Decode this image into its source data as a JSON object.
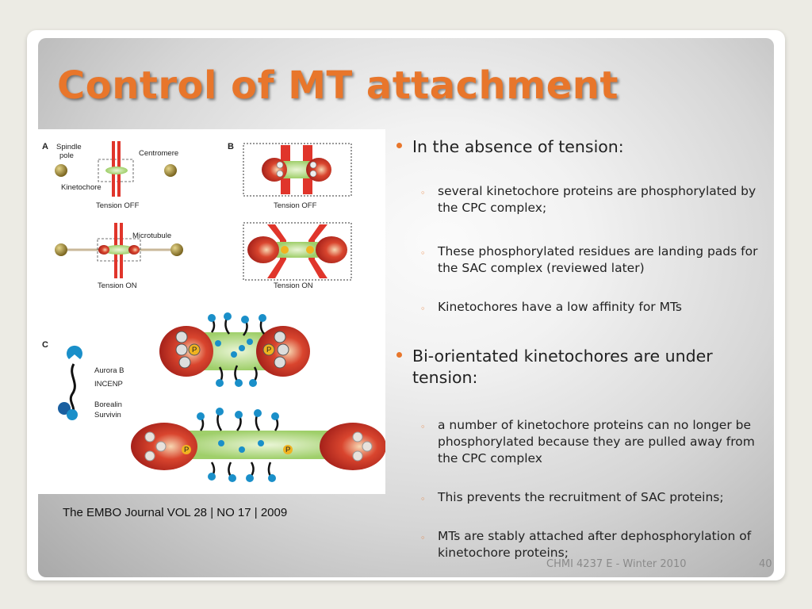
{
  "slide": {
    "title": "Control of MT attachment",
    "citation": "The EMBO Journal VOL 28 | NO 17 | 2009",
    "footer_course": "CHMI 4237 E - Winter 2010",
    "page_number": "40"
  },
  "figure": {
    "panel_a": "A",
    "panel_b": "B",
    "panel_c": "C",
    "label_spindle_pole": "Spindle",
    "label_spindle_pole_2": "pole",
    "label_centromere": "Centromere",
    "label_kinetochore": "Kinetochore",
    "label_microtubule": "Microtubule",
    "label_tension_off_a": "Tension OFF",
    "label_tension_on_a": "Tension ON",
    "label_tension_off_b": "Tension OFF",
    "label_tension_on_b": "Tension ON",
    "label_aurora_b": "Aurora B",
    "label_incenp": "INCENP",
    "label_borealin": "Borealin",
    "label_survivin": "Survivin",
    "phospho_mark": "P"
  },
  "content": {
    "bullet1": "In the absence of tension:",
    "bullet1_sub1": "several kinetochore proteins are phosphorylated by the CPC complex;",
    "bullet1_sub2": "These phosphorylated residues are landing pads for the SAC complex (reviewed later)",
    "bullet1_sub3": "Kinetochores have a low affinity for MTs",
    "bullet2": "Bi-orientated kinetochores are under tension:",
    "bullet2_sub1": "a number of kinetochore proteins can no longer be phosphorylated because they are pulled away from the CPC complex",
    "bullet2_sub2": "This prevents the recruitment of SAC proteins;",
    "bullet2_sub3": "MTs are stably attached after dephosphorylation of kinetochore proteins;"
  },
  "colors": {
    "accent": "#e8762b",
    "title": "#e8762b",
    "microtubule_red": "#e0352b",
    "centromere_green": "#b7d98b",
    "spindle_pole": "#a08a3a",
    "cpc_blue": "#1a8fc9"
  }
}
